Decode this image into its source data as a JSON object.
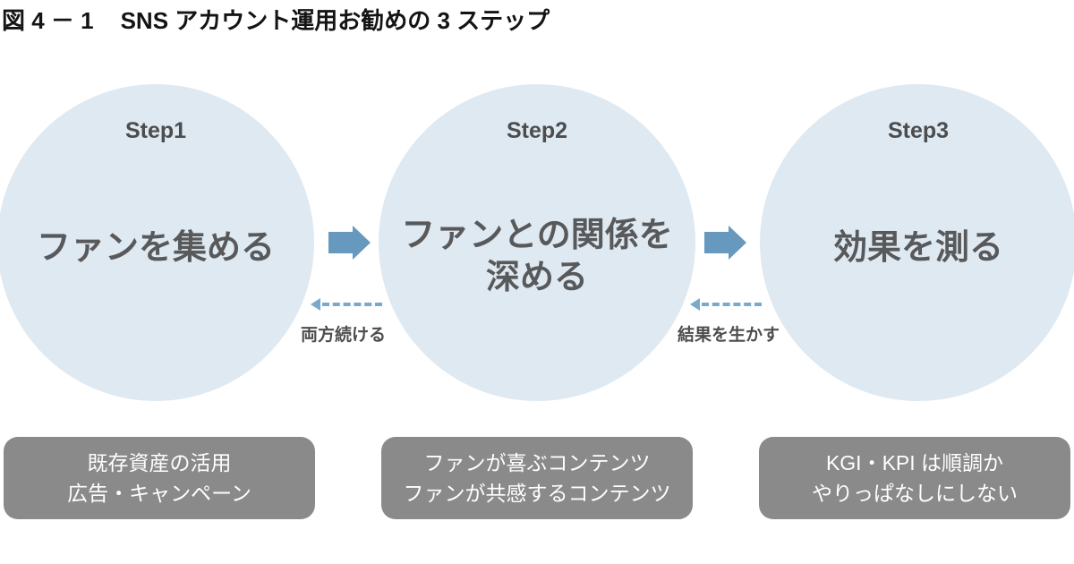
{
  "title": {
    "figure_label": "図 4 － 1",
    "text": "SNS アカウント運用お勧めの 3 ステップ"
  },
  "steps": [
    {
      "label": "Step1",
      "name_line1": "ファンを集める",
      "note_line1": "既存資産の活用",
      "note_line2": "広告・キャンペーン"
    },
    {
      "label": "Step2",
      "name_line1": "ファンとの関係を",
      "name_line2": "深める",
      "note_line1": "ファンが喜ぶコンテンツ",
      "note_line2": "ファンが共感するコンテンツ"
    },
    {
      "label": "Step3",
      "name_line1": "効果を測る",
      "note_line1": "KGI・KPI は順調か",
      "note_line2": "やりっぱなしにしない"
    }
  ],
  "transitions": [
    {
      "back_label": "両方続ける"
    },
    {
      "back_label": "結果を生かす"
    }
  ],
  "colors": {
    "circle_fill": "#dfe9f1",
    "note_box_fill": "#8a8a8a",
    "solid_arrow": "#6699bd",
    "dotted_arrow": "#7aa9cb",
    "step_label_text": "#4b4d4f",
    "circle_title_text": "#58595b",
    "note_text": "#ffffff",
    "title_text": "#141414"
  }
}
